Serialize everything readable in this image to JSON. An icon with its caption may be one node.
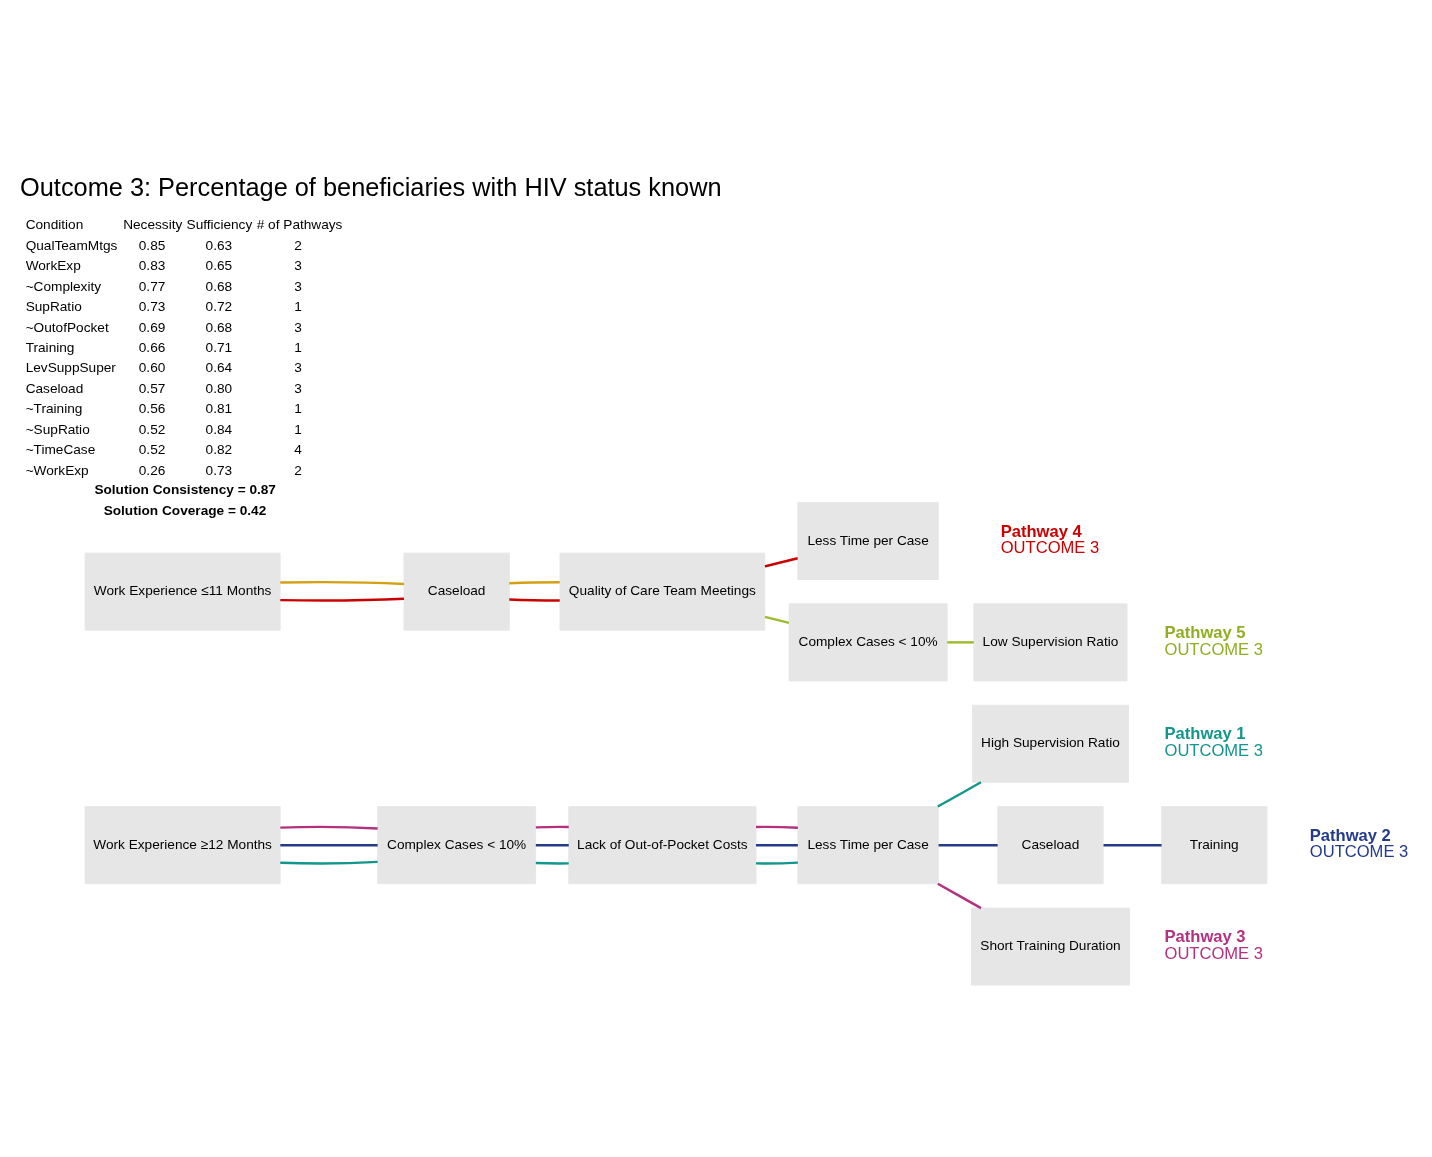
{
  "diagram": {
    "title": "Outcome 3: Percentage of beneficiaries with HIV status known",
    "nodes": [
      {
        "text": [
          "Work Experience ≥12 Months"
        ]
      },
      {
        "text": [
          "Complex Cases < 10%"
        ]
      },
      {
        "text": [
          "Lack of Out-of-Pocket Costs"
        ]
      },
      {
        "text": [
          "Less Time per Case"
        ]
      },
      {
        "text": [
          "High Supervision Ratio"
        ],
        "beside": [
          "Pathway 1",
          "OUTCOME 3"
        ]
      },
      {
        "text": [
          "Caseload"
        ]
      },
      {
        "text": [
          "Training"
        ],
        "beside": [
          "Pathway 2",
          "OUTCOME 3"
        ]
      },
      {
        "text": [
          "Short Training Duration"
        ],
        "beside": [
          "Pathway 3",
          "OUTCOME 3"
        ]
      },
      {
        "text": [
          "Work Experience ≤11 Months"
        ]
      },
      {
        "text": [
          "Caseload"
        ]
      },
      {
        "text": [
          "Quality of Care Team Meetings"
        ]
      },
      {
        "text": [
          "Less Time per Case"
        ],
        "beside": [
          "Pathway 4",
          "OUTCOME 3"
        ]
      },
      {
        "text": [
          "Complex Cases < 10%"
        ]
      },
      {
        "text": [
          "Low Supervision Ratio"
        ],
        "beside": [
          "Pathway 5",
          "OUTCOME 3"
        ]
      }
    ],
    "edges": [
      {
        "from": 0,
        "to": 1,
        "arrow": "none",
        "color": "#13968c"
      },
      {
        "from": 0,
        "to": 1,
        "arrow": "none",
        "color": "#243b8a"
      },
      {
        "from": 0,
        "to": 1,
        "arrow": "none",
        "color": "#b3317f"
      },
      {
        "from": 1,
        "to": 2,
        "arrow": "none",
        "color": "#13968c"
      },
      {
        "from": 1,
        "to": 2,
        "arrow": "none",
        "color": "#243b8a"
      },
      {
        "from": 1,
        "to": 2,
        "arrow": "none",
        "color": "#b3317f"
      },
      {
        "from": 2,
        "to": 3,
        "arrow": "none",
        "color": "#13968c"
      },
      {
        "from": 2,
        "to": 3,
        "arrow": "none",
        "color": "#243b8a"
      },
      {
        "from": 2,
        "to": 3,
        "arrow": "none",
        "color": "#b3317f"
      },
      {
        "from": 3,
        "to": 4,
        "arrow": "none",
        "color": "#13968c"
      },
      {
        "from": 3,
        "to": 5,
        "arrow": "none",
        "color": "#243b8a"
      },
      {
        "from": 5,
        "to": 6,
        "arrow": "none",
        "color": "#243b8a"
      },
      {
        "from": 3,
        "to": 7,
        "arrow": "none",
        "color": "#b3317f"
      },
      {
        "from": 8,
        "to": 9,
        "arrow": "none",
        "color": "#cc0000"
      },
      {
        "from": 8,
        "to": 9,
        "arrow": "none",
        "color": "#d4a012"
      },
      {
        "from": 9,
        "to": 10,
        "arrow": "none",
        "color": "#cc0000"
      },
      {
        "from": 9,
        "to": 10,
        "arrow": "none",
        "color": "#d4a012"
      },
      {
        "from": 10,
        "to": 11,
        "arrow": "none",
        "color": "#cc0000"
      },
      {
        "from": 10,
        "to": 12,
        "arrow": "none",
        "color": "#9cbb2e"
      },
      {
        "from": 12,
        "to": 13,
        "arrow": "none",
        "color": "#9cbb2e"
      }
    ],
    "labels": [
      "Condition",
      "Necessity",
      "Sufficiency",
      "# of Pathways",
      "QualTeamMtgs",
      "0.85",
      "0.63",
      "2",
      "WorkExp",
      "0.83",
      "0.65",
      "3",
      "~Complexity",
      "0.77",
      "0.68",
      "3",
      "SupRatio",
      "0.73",
      "0.72",
      "1",
      "~OutofPocket",
      "0.69",
      "0.68",
      "3",
      "Training",
      "0.66",
      "0.71",
      "1",
      "LevSuppSuper",
      "0.60",
      "0.64",
      "3",
      "Caseload",
      "0.57",
      "0.80",
      "3",
      "~Training",
      "0.56",
      "0.81",
      "1",
      "~SupRatio",
      "0.52",
      "0.84",
      "1",
      "~TimeCase",
      "0.52",
      "0.82",
      "4",
      "~WorkExp",
      "0.26",
      "0.73",
      "2",
      "Solution Consistency = 0.87",
      "Solution Coverage = 0.42"
    ]
  }
}
